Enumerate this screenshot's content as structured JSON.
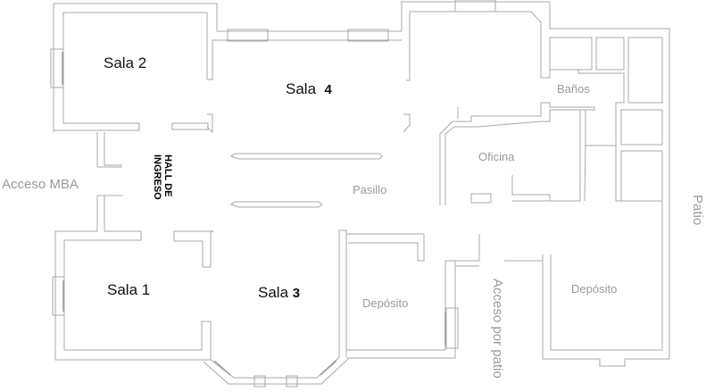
{
  "rooms": {
    "sala1": {
      "name": "Sala",
      "number": "1"
    },
    "sala2": {
      "name": "Sala",
      "number": "2"
    },
    "sala3": {
      "name": "Sala",
      "number": "3"
    },
    "sala4": {
      "name": "Sala",
      "number": "4"
    },
    "hall": {
      "line1": "HALL DE",
      "line2": "INGRESO"
    },
    "pasillo": "Pasillo",
    "oficina": "Oficina",
    "banos": "Baños",
    "deposito_1": "Depósito",
    "deposito_2": "Depósito"
  },
  "access": {
    "mba": "Acceso MBA",
    "por_patio": "Acceso por patio",
    "patio": "Patio"
  }
}
